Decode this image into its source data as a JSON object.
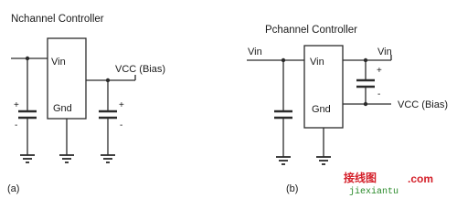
{
  "diagram_a": {
    "title": "Nchannel Controller",
    "vin": "Vin",
    "gnd": "Gnd",
    "vcc": "VCC (Bias)",
    "plus": "+",
    "minus": "-",
    "caption": "(a)"
  },
  "diagram_b": {
    "title": "Pchannel Controller",
    "vin_left": "Vin",
    "vin_box": "Vin",
    "vin_right": "Vin",
    "gnd": "Gnd",
    "vcc": "VCC (Bias)",
    "plus": "+",
    "minus": "-",
    "caption": "(b)"
  },
  "watermark": {
    "chinese": "接线图",
    "domain": ".com",
    "url": "jiexiantu"
  },
  "colors": {
    "line": "#2b2b2b",
    "watermark_red": "#d4202a",
    "watermark_green": "#2a8a2a"
  }
}
